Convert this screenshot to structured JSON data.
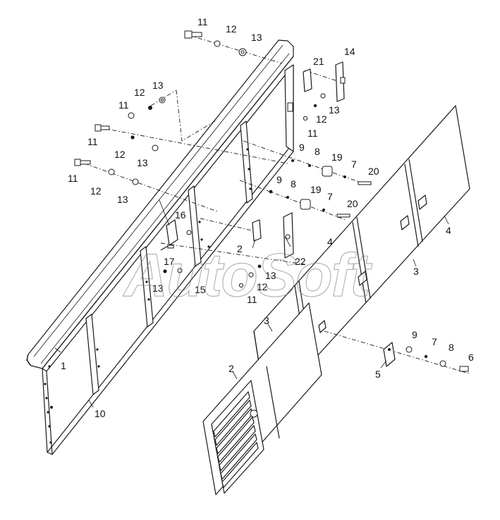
{
  "callouts": [
    {
      "id": "c-11a",
      "label": "11"
    },
    {
      "id": "c-12a",
      "label": "12"
    },
    {
      "id": "c-13a",
      "label": "13"
    },
    {
      "id": "c-21",
      "label": "21"
    },
    {
      "id": "c-14",
      "label": "14"
    },
    {
      "id": "c-11b",
      "label": "11"
    },
    {
      "id": "c-12b",
      "label": "12"
    },
    {
      "id": "c-13b",
      "label": "13"
    },
    {
      "id": "c-12c",
      "label": "12"
    },
    {
      "id": "c-13c",
      "label": "13"
    },
    {
      "id": "c-11c",
      "label": "11"
    },
    {
      "id": "c-11d",
      "label": "11"
    },
    {
      "id": "c-12d",
      "label": "12"
    },
    {
      "id": "c-13d",
      "label": "13"
    },
    {
      "id": "c-11e",
      "label": "11"
    },
    {
      "id": "c-12e",
      "label": "12"
    },
    {
      "id": "c-13e",
      "label": "13"
    },
    {
      "id": "c-9a",
      "label": "9"
    },
    {
      "id": "c-8a",
      "label": "8"
    },
    {
      "id": "c-19a",
      "label": "19"
    },
    {
      "id": "c-7a",
      "label": "7"
    },
    {
      "id": "c-20a",
      "label": "20"
    },
    {
      "id": "c-9b",
      "label": "9"
    },
    {
      "id": "c-8b",
      "label": "8"
    },
    {
      "id": "c-19b",
      "label": "19"
    },
    {
      "id": "c-7b",
      "label": "7"
    },
    {
      "id": "c-20b",
      "label": "20"
    },
    {
      "id": "c-16",
      "label": "16"
    },
    {
      "id": "c-2a",
      "label": "2"
    },
    {
      "id": "c-4a",
      "label": "4"
    },
    {
      "id": "c-22",
      "label": "22"
    },
    {
      "id": "c-17",
      "label": "17"
    },
    {
      "id": "c-13f",
      "label": "13"
    },
    {
      "id": "c-12f",
      "label": "12"
    },
    {
      "id": "c-11f",
      "label": "11"
    },
    {
      "id": "c-13g",
      "label": "13"
    },
    {
      "id": "c-15",
      "label": "15"
    },
    {
      "id": "c-4b",
      "label": "4"
    },
    {
      "id": "c-3a",
      "label": "3"
    },
    {
      "id": "c-3b",
      "label": "3"
    },
    {
      "id": "c-1",
      "label": "1"
    },
    {
      "id": "c-10",
      "label": "10"
    },
    {
      "id": "c-2b",
      "label": "2"
    },
    {
      "id": "c-9c",
      "label": "9"
    },
    {
      "id": "c-7c",
      "label": "7"
    },
    {
      "id": "c-8c",
      "label": "8"
    },
    {
      "id": "c-6",
      "label": "6"
    },
    {
      "id": "c-5",
      "label": "5"
    }
  ],
  "watermark": "AutoSoft"
}
